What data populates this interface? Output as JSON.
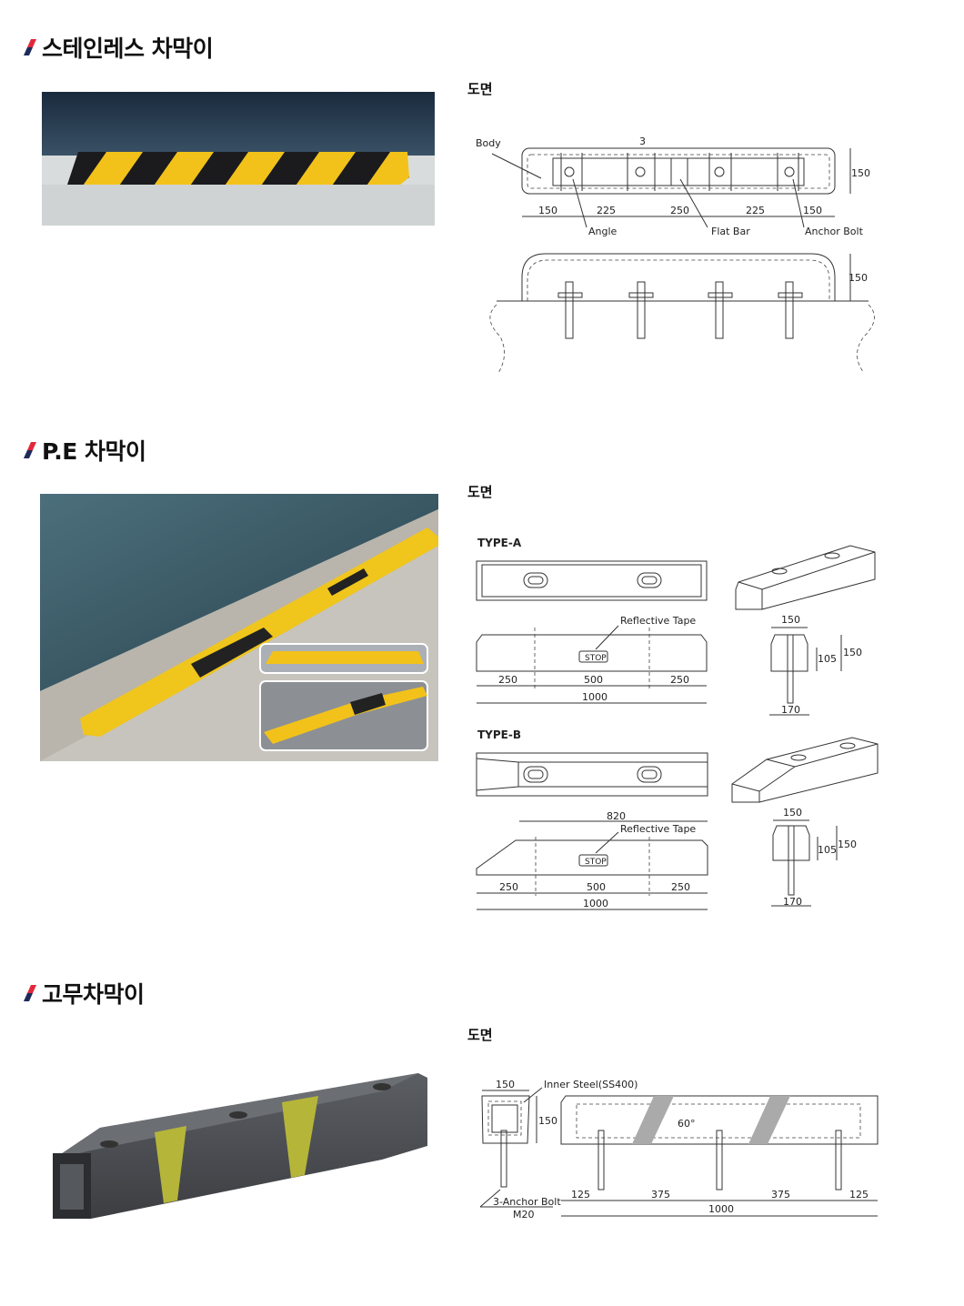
{
  "sections": [
    {
      "title": "스테인레스 차막이",
      "drawing_label": "도면"
    },
    {
      "title": "P.E 차막이",
      "drawing_label": "도면"
    },
    {
      "title": "고무차막이",
      "drawing_label": "도면"
    }
  ],
  "colors": {
    "accent_red": "#e3283a",
    "accent_navy": "#1d2a5a",
    "yellow": "#f2c21a"
  },
  "stainless": {
    "body": "Body",
    "gap": "3",
    "dims": [
      "150",
      "225",
      "250",
      "225",
      "150"
    ],
    "height": "150",
    "angle": "Angle",
    "flat_bar": "Flat Bar",
    "anchor_bolt": "Anchor Bolt",
    "side_height": "150"
  },
  "pe": {
    "type_a": {
      "label": "TYPE-A",
      "tape": "Reflective Tape",
      "stop": "STOP",
      "dims": [
        "250",
        "500",
        "250"
      ],
      "total": "1000",
      "sec_width": "150",
      "sec_inner": "105",
      "sec_height": "150",
      "sec_base": "170"
    },
    "type_b": {
      "label": "TYPE-B",
      "top": "820",
      "tape": "Reflective Tape",
      "stop": "STOP",
      "dims": [
        "250",
        "500",
        "250"
      ],
      "total": "1000",
      "sec_width": "150",
      "sec_inner": "105",
      "sec_height": "150",
      "sec_base": "170"
    }
  },
  "rubber": {
    "sec_width": "150",
    "inner_steel": "Inner Steel(SS400)",
    "sec_height": "150",
    "anchor": "3-Anchor Bolt",
    "anchor_size": "M20",
    "angle": "60°",
    "dims": [
      "125",
      "375",
      "375",
      "125"
    ],
    "total": "1000"
  }
}
